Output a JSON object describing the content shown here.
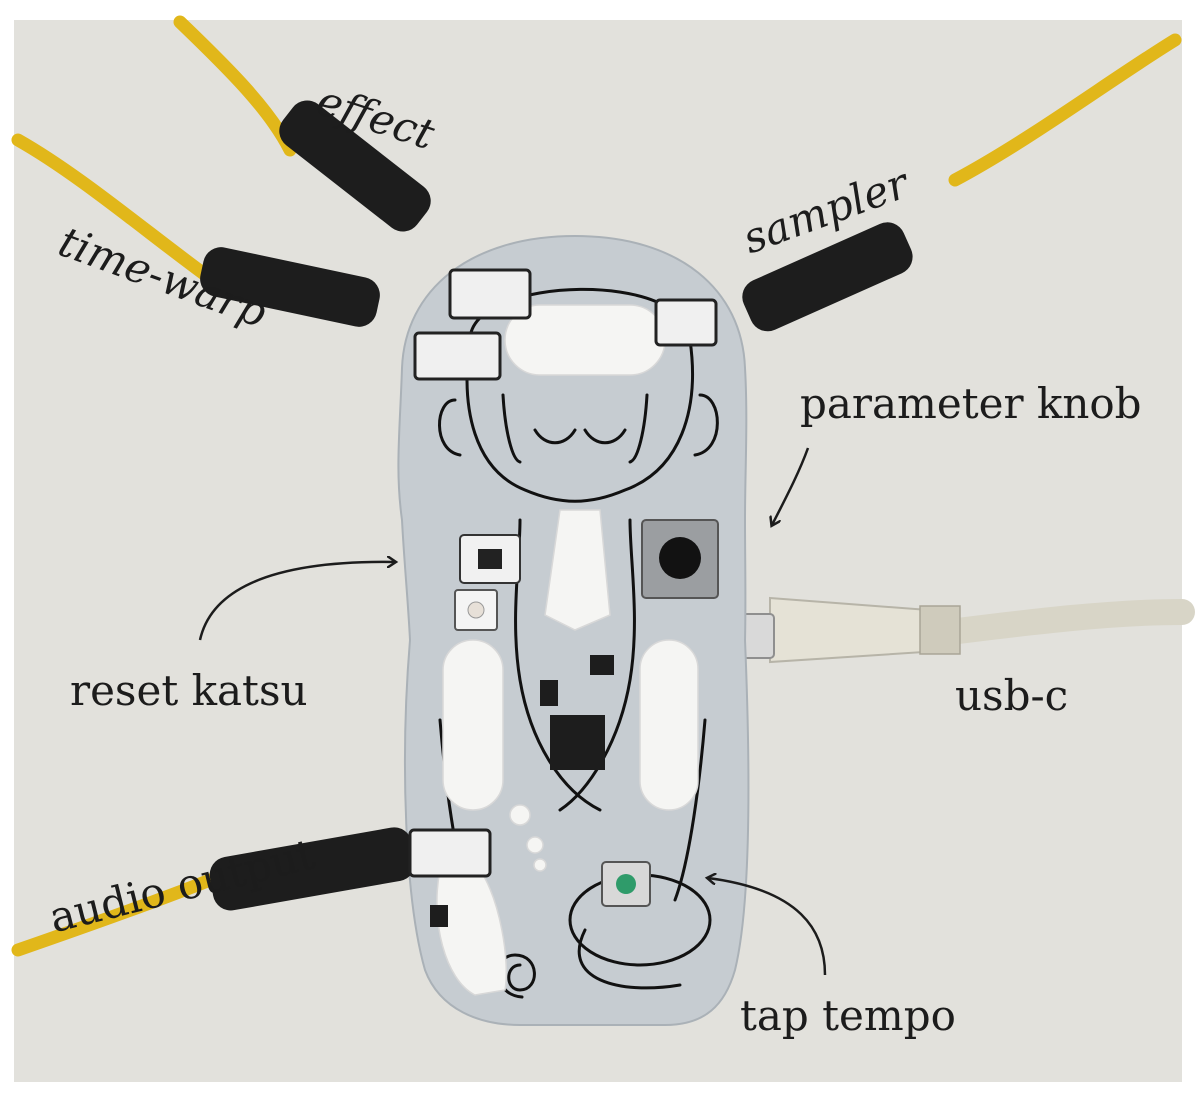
{
  "labels": {
    "effect": "effect",
    "sampler": "sampler",
    "time_warp": "time-warp",
    "parameter_knob": "parameter knob",
    "reset_katsu": "reset katsu",
    "usb_c": "usb-c",
    "audio_output": "audio output",
    "tap_tempo": "tap tempo"
  },
  "colors": {
    "background": "#e2e1dc",
    "board": "#c6ccd1",
    "cable_yellow": "#e1b71a",
    "jack_black": "#1d1d1d",
    "usb_cable": "#d8d5c7",
    "label_ink": "#1c1c1c"
  }
}
